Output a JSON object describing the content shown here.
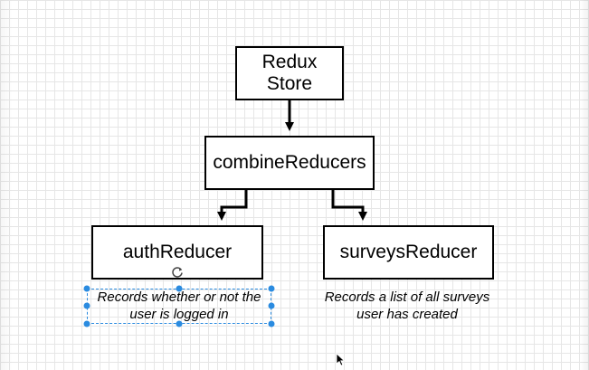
{
  "diagram": {
    "nodes": [
      {
        "id": "store",
        "label": "Redux\nStore"
      },
      {
        "id": "combine",
        "label": "combineReducers"
      },
      {
        "id": "auth",
        "label": "authReducer"
      },
      {
        "id": "surveys",
        "label": "surveysReducer"
      }
    ],
    "notes": {
      "auth": "Records whether or not the\nuser is logged in",
      "surveys": "Records a list of all surveys\nuser has created"
    },
    "edges": [
      {
        "from": "store",
        "to": "combine"
      },
      {
        "from": "combine",
        "to": "auth"
      },
      {
        "from": "combine",
        "to": "surveys"
      }
    ]
  },
  "colors": {
    "grid": "#e6e6e6",
    "stroke": "#000000",
    "selection": "#2a8be0"
  },
  "icons": {
    "rotate": "rotate-icon",
    "cursor": "mouse-pointer-icon"
  }
}
